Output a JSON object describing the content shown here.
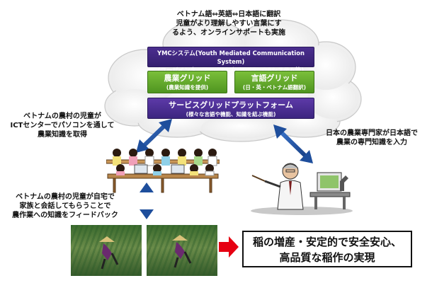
{
  "top_note": {
    "line1": "ベトナム語⇔英語⇔日本語に翻訳",
    "line2": "児童がより理解しやすい言葉にす",
    "line3": "るよう、オンラインサポートも実施"
  },
  "ymc": {
    "line1": "YMCシステム(Youth Mediated Communication System)",
    "line2": "(ユーザインターフェイスとなるBBS、QAシステム等)"
  },
  "agri_grid": {
    "title": "農業グリッド",
    "sub": "(農業知識を提供)"
  },
  "lang_grid": {
    "title": "言語グリッド",
    "sub": "(日・英・ベトナム語翻訳)"
  },
  "platform": {
    "title": "サービスグリッドプラットフォーム",
    "sub": "(様々な言語や機能、知識を結ぶ機能)"
  },
  "left_note": {
    "line1": "ベトナムの農村の児童が",
    "line2": "ICTセンターでパソコンを通して",
    "line3": "農業知識を取得"
  },
  "right_note": {
    "line1": "日本の農業専門家が日本語で",
    "line2": "農業の専門知識を入力"
  },
  "bottom_note": {
    "line1": "ベトナムの農村の児童が自宅で",
    "line2": "家族と会話してもらうことで",
    "line3": "農作業への知識をフィードバック"
  },
  "result": {
    "line1": "稲の増産・安定的で安全安心、",
    "line2": "高品質な稲作の実現"
  },
  "colors": {
    "cloud_border": "#c8c8c8",
    "purple": "#3c2580",
    "green": "#4f9520",
    "arrow_blue": "#1e4e9c",
    "arrow_red": "#e60012"
  }
}
